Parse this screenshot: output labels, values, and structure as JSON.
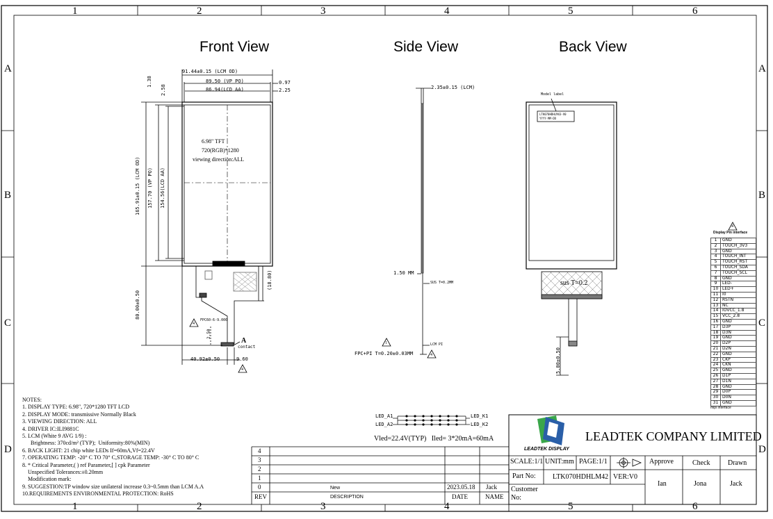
{
  "frame": {
    "columns": [
      "1",
      "2",
      "3",
      "4",
      "5",
      "6"
    ],
    "rows": [
      "A",
      "B",
      "C",
      "D"
    ]
  },
  "views": {
    "front": "Front View",
    "side": "Side View",
    "back": "Back View"
  },
  "front": {
    "dim_lcm_od_w": "91.44±0.15 (LCM OD)",
    "dim_vp_w": "89.50 (VP PO)",
    "dim_aa_w": "86.94(LCD AA)",
    "dim_r1": "0.97",
    "dim_r2": "2.25",
    "dim_top1": "1.38",
    "dim_top2": "2.58",
    "dim_lcm_od_h": "165.91±0.15 (LCM OD)",
    "dim_vp_h": "157.70 (VP PO)",
    "dim_aa_h": "154.56(LCD AA)",
    "dim_fpc_h": "(18.80)",
    "dim_fpc_total": "80.00±0.50",
    "dim_fpc_w": "40.92±0.50",
    "dim_conn": "9.60",
    "dim_pitch": "2.50",
    "lcd_size": "6.98\" TFT",
    "lcd_res": "720(RGB)*1280",
    "lcd_view": "viewing direction:ALL",
    "fpc_label": "FPC60-6-9.000",
    "contact_letter": "A",
    "contact": "contact",
    "mark": "4"
  },
  "side": {
    "thickness": "2.35±0.15 (LCM)",
    "dim_150": "1.50 MM",
    "sus": "SUS T=0.2MM",
    "lcm_pi": "LCM PI",
    "fpc_pi": "FPC+PI T=0.20±0.03MM",
    "mark1": "1",
    "mark4": "4"
  },
  "back": {
    "model_label": "Model label",
    "model_text1": "LTK070HDHLM43-V0",
    "model_text2": "YYYY-MM-DD",
    "sus": "sus T=0.2",
    "dim_fpc": "5.00±0.50"
  },
  "pins": {
    "title": "Display Pin interface",
    "footer": "mipi interface",
    "mark": "4",
    "rows": [
      [
        "1",
        "GND"
      ],
      [
        "2",
        "TOUCH_3V3"
      ],
      [
        "3",
        "GND"
      ],
      [
        "4",
        "TOUCH_INT"
      ],
      [
        "5",
        "TOUCH_RST"
      ],
      [
        "6",
        "TOUCH_SDA"
      ],
      [
        "7",
        "TOUCH_SCL"
      ],
      [
        "8",
        "GND"
      ],
      [
        "9",
        "LED-"
      ],
      [
        "10",
        "LED+"
      ],
      [
        "11",
        "I0"
      ],
      [
        "12",
        "RSTN"
      ],
      [
        "13",
        "NC"
      ],
      [
        "14",
        "IOVCC_1.8"
      ],
      [
        "15",
        "VCC_2.8"
      ],
      [
        "16",
        "GND"
      ],
      [
        "17",
        "D3P"
      ],
      [
        "18",
        "D3N"
      ],
      [
        "19",
        "GND"
      ],
      [
        "20",
        "D2P"
      ],
      [
        "21",
        "D2N"
      ],
      [
        "22",
        "GND"
      ],
      [
        "23",
        "CKP"
      ],
      [
        "24",
        "CKN"
      ],
      [
        "25",
        "GND"
      ],
      [
        "26",
        "D1P"
      ],
      [
        "27",
        "D1N"
      ],
      [
        "28",
        "GND"
      ],
      [
        "29",
        "D0P"
      ],
      [
        "30",
        "D0N"
      ],
      [
        "31",
        "GND"
      ]
    ]
  },
  "led": {
    "a1": "LED_A1",
    "a2": "LED_A2",
    "k1": "LED_K1",
    "k2": "LED_K2",
    "caption": "Vled=22.4V(TYP)   Iled= 3*20mA=60mA"
  },
  "notes": [
    "NOTES:",
    "1. DISPLAY TYPE: 6.98\", 720*1280 TFT LCD",
    "2. DISPLAY MODE: transmissive Normally Black",
    "3. VIEWING DIRECTION: ALL",
    "4. DRIVER IC:ILI9881C",
    "5. LCM (White 9 AVG 1/9) :",
    "      Brightness: 370cd/m² (TYP);  Uniformity:80%(MIN)",
    "6. BACK LIGHT: 21 chip white LEDs If=60mA,Vf=22.4V",
    "7. OPERATING TEMP: -20° C TO 70° C,STORAGE TEMP: -30° C TO 80° C",
    "8. * Critical Parameter,( ) ref Parameter,[ ] cpk Parameter",
    "    Unspecified Tolerances:±0.20mm",
    "    Modification mark:",
    "9. SUGGESTION:TP window size unilateral increase 0.3~0.5mm than LCM A.A",
    "10.REQUIREMENTS ENVIRONMENTAL PROTECTION: RoHS"
  ],
  "revision": {
    "marks": [
      "4",
      "3",
      "2",
      "1",
      "0"
    ],
    "new": "New",
    "date_value": "2023.05.18",
    "name_value": "Jack",
    "rev_h": "REV",
    "desc_h": "DESCRIPTION",
    "date_h": "DATE",
    "name_h": "NAME"
  },
  "titleblock": {
    "company": "LEADTEK COMPANY LIMITED",
    "logo_text": "LEADTEK DISPLAY",
    "scale": "SCALE:1/1",
    "unit": "UNIT:mm",
    "page": "PAGE:1/1",
    "approve": "Approve",
    "check": "Check",
    "drawn": "Drawn",
    "part_label": "Part No:",
    "part_value": "LTK070HDHLM42",
    "ver": "VER:V0",
    "customer": "Customer No:",
    "approve_name": "Ian",
    "check_name": "Jona",
    "drawn_name": "Jack"
  },
  "colors": {
    "line": "#000000",
    "logo_green": "#3aa64a",
    "logo_blue": "#2a5fa8"
  }
}
